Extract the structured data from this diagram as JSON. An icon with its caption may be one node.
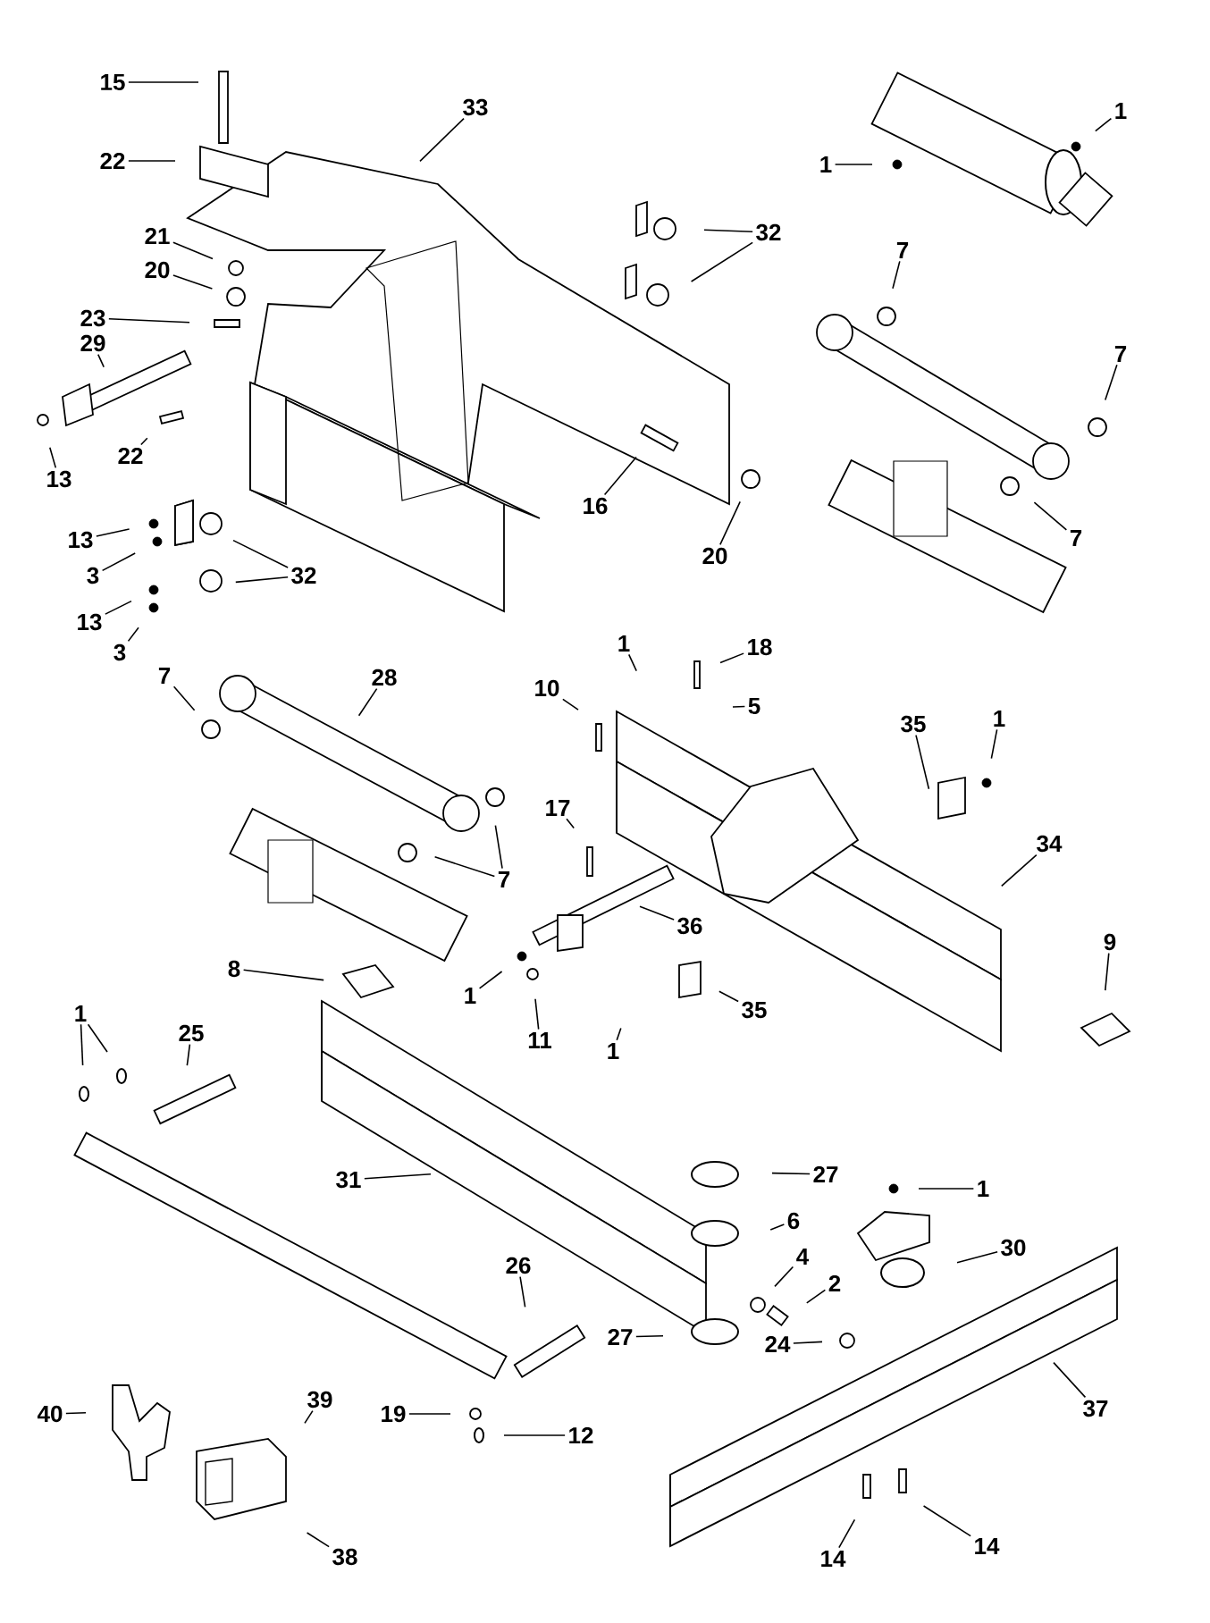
{
  "diagram": {
    "nodes": [
      {
        "text": [
          "15"
        ]
      },
      {
        "text": [
          "22"
        ]
      },
      {
        "text": [
          "33"
        ]
      },
      {
        "text": [
          "21"
        ]
      },
      {
        "text": [
          "20"
        ]
      },
      {
        "text": [
          "23"
        ]
      },
      {
        "text": [
          "29"
        ]
      },
      {
        "text": [
          "22"
        ]
      },
      {
        "text": [
          "13"
        ]
      },
      {
        "text": [
          "13"
        ]
      },
      {
        "text": [
          "3"
        ]
      },
      {
        "text": [
          "13"
        ]
      },
      {
        "text": [
          "3"
        ]
      },
      {
        "text": [
          "32"
        ]
      },
      {
        "text": [
          "32"
        ]
      },
      {
        "text": [
          "1"
        ]
      },
      {
        "text": [
          "1"
        ]
      },
      {
        "text": [
          "7"
        ]
      },
      {
        "text": [
          "7"
        ]
      },
      {
        "text": [
          "7"
        ]
      },
      {
        "text": [
          "16"
        ]
      },
      {
        "text": [
          "20"
        ]
      },
      {
        "text": [
          "7"
        ]
      },
      {
        "text": [
          "28"
        ]
      },
      {
        "text": [
          "7"
        ]
      },
      {
        "text": [
          "10"
        ]
      },
      {
        "text": [
          "17"
        ]
      },
      {
        "text": [
          "1"
        ]
      },
      {
        "text": [
          "18"
        ]
      },
      {
        "text": [
          "5"
        ]
      },
      {
        "text": [
          "35"
        ]
      },
      {
        "text": [
          "1"
        ]
      },
      {
        "text": [
          "34"
        ]
      },
      {
        "text": [
          "36"
        ]
      },
      {
        "text": [
          "1"
        ]
      },
      {
        "text": [
          "11"
        ]
      },
      {
        "text": [
          "1"
        ]
      },
      {
        "text": [
          "35"
        ]
      },
      {
        "text": [
          "9"
        ]
      },
      {
        "text": [
          "8"
        ]
      },
      {
        "text": [
          "1"
        ]
      },
      {
        "text": [
          "25"
        ]
      },
      {
        "text": [
          "31"
        ]
      },
      {
        "text": [
          "27"
        ]
      },
      {
        "text": [
          "6"
        ]
      },
      {
        "text": [
          "4"
        ]
      },
      {
        "text": [
          "2"
        ]
      },
      {
        "text": [
          "24"
        ]
      },
      {
        "text": [
          "27"
        ]
      },
      {
        "text": [
          "1"
        ]
      },
      {
        "text": [
          "30"
        ]
      },
      {
        "text": [
          "37"
        ]
      },
      {
        "text": [
          "26"
        ]
      },
      {
        "text": [
          "19"
        ]
      },
      {
        "text": [
          "12"
        ]
      },
      {
        "text": [
          "40"
        ]
      },
      {
        "text": [
          "39"
        ]
      },
      {
        "text": [
          "38"
        ]
      },
      {
        "text": [
          "14"
        ]
      },
      {
        "text": [
          "14"
        ]
      }
    ],
    "edges": [
      {
        "from": 0,
        "to": null,
        "arrow": "none"
      },
      {
        "from": 1,
        "to": null,
        "arrow": "none"
      },
      {
        "from": 2,
        "to": null,
        "arrow": "none"
      },
      {
        "from": 3,
        "to": null,
        "arrow": "none"
      },
      {
        "from": 4,
        "to": null,
        "arrow": "none"
      },
      {
        "from": 5,
        "to": null,
        "arrow": "none"
      },
      {
        "from": 6,
        "to": null,
        "arrow": "none"
      },
      {
        "from": 7,
        "to": null,
        "arrow": "none"
      },
      {
        "from": 8,
        "to": null,
        "arrow": "none"
      },
      {
        "from": 9,
        "to": null,
        "arrow": "none"
      },
      {
        "from": 10,
        "to": null,
        "arrow": "none"
      },
      {
        "from": 11,
        "to": null,
        "arrow": "none"
      },
      {
        "from": 12,
        "to": null,
        "arrow": "none"
      },
      {
        "from": 13,
        "to": null,
        "arrow": "none"
      },
      {
        "from": 13,
        "to": null,
        "arrow": "none"
      },
      {
        "from": 14,
        "to": null,
        "arrow": "none"
      },
      {
        "from": 14,
        "to": null,
        "arrow": "none"
      },
      {
        "from": 15,
        "to": null,
        "arrow": "none"
      },
      {
        "from": 16,
        "to": null,
        "arrow": "none"
      },
      {
        "from": 17,
        "to": null,
        "arrow": "none"
      },
      {
        "from": 18,
        "to": null,
        "arrow": "none"
      },
      {
        "from": 19,
        "to": null,
        "arrow": "none"
      },
      {
        "from": 20,
        "to": null,
        "arrow": "none"
      },
      {
        "from": 21,
        "to": null,
        "arrow": "none"
      },
      {
        "from": 22,
        "to": null,
        "arrow": "none"
      },
      {
        "from": 23,
        "to": null,
        "arrow": "none"
      },
      {
        "from": 24,
        "to": null,
        "arrow": "none"
      },
      {
        "from": 24,
        "to": null,
        "arrow": "none"
      },
      {
        "from": 25,
        "to": null,
        "arrow": "none"
      },
      {
        "from": 26,
        "to": null,
        "arrow": "none"
      },
      {
        "from": 27,
        "to": null,
        "arrow": "none"
      },
      {
        "from": 28,
        "to": null,
        "arrow": "none"
      },
      {
        "from": 29,
        "to": null,
        "arrow": "none"
      },
      {
        "from": 30,
        "to": null,
        "arrow": "none"
      },
      {
        "from": 31,
        "to": null,
        "arrow": "none"
      },
      {
        "from": 32,
        "to": null,
        "arrow": "none"
      },
      {
        "from": 33,
        "to": null,
        "arrow": "none"
      },
      {
        "from": 34,
        "to": null,
        "arrow": "none"
      },
      {
        "from": 35,
        "to": null,
        "arrow": "none"
      },
      {
        "from": 36,
        "to": null,
        "arrow": "none"
      },
      {
        "from": 37,
        "to": null,
        "arrow": "none"
      },
      {
        "from": 38,
        "to": null,
        "arrow": "none"
      },
      {
        "from": 39,
        "to": null,
        "arrow": "none"
      },
      {
        "from": 40,
        "to": null,
        "arrow": "none"
      },
      {
        "from": 40,
        "to": null,
        "arrow": "none"
      },
      {
        "from": 41,
        "to": null,
        "arrow": "none"
      },
      {
        "from": 42,
        "to": null,
        "arrow": "none"
      },
      {
        "from": 43,
        "to": null,
        "arrow": "none"
      },
      {
        "from": 44,
        "to": null,
        "arrow": "none"
      },
      {
        "from": 45,
        "to": null,
        "arrow": "none"
      },
      {
        "from": 46,
        "to": null,
        "arrow": "none"
      },
      {
        "from": 47,
        "to": null,
        "arrow": "none"
      },
      {
        "from": 48,
        "to": null,
        "arrow": "none"
      },
      {
        "from": 49,
        "to": null,
        "arrow": "none"
      },
      {
        "from": 50,
        "to": null,
        "arrow": "none"
      },
      {
        "from": 51,
        "to": null,
        "arrow": "none"
      },
      {
        "from": 52,
        "to": null,
        "arrow": "none"
      },
      {
        "from": 53,
        "to": null,
        "arrow": "none"
      },
      {
        "from": 54,
        "to": null,
        "arrow": "none"
      },
      {
        "from": 55,
        "to": null,
        "arrow": "none"
      },
      {
        "from": 56,
        "to": null,
        "arrow": "none"
      },
      {
        "from": 57,
        "to": null,
        "arrow": "none"
      },
      {
        "from": 58,
        "to": null,
        "arrow": "none"
      },
      {
        "from": 59,
        "to": null,
        "arrow": "none"
      }
    ]
  }
}
